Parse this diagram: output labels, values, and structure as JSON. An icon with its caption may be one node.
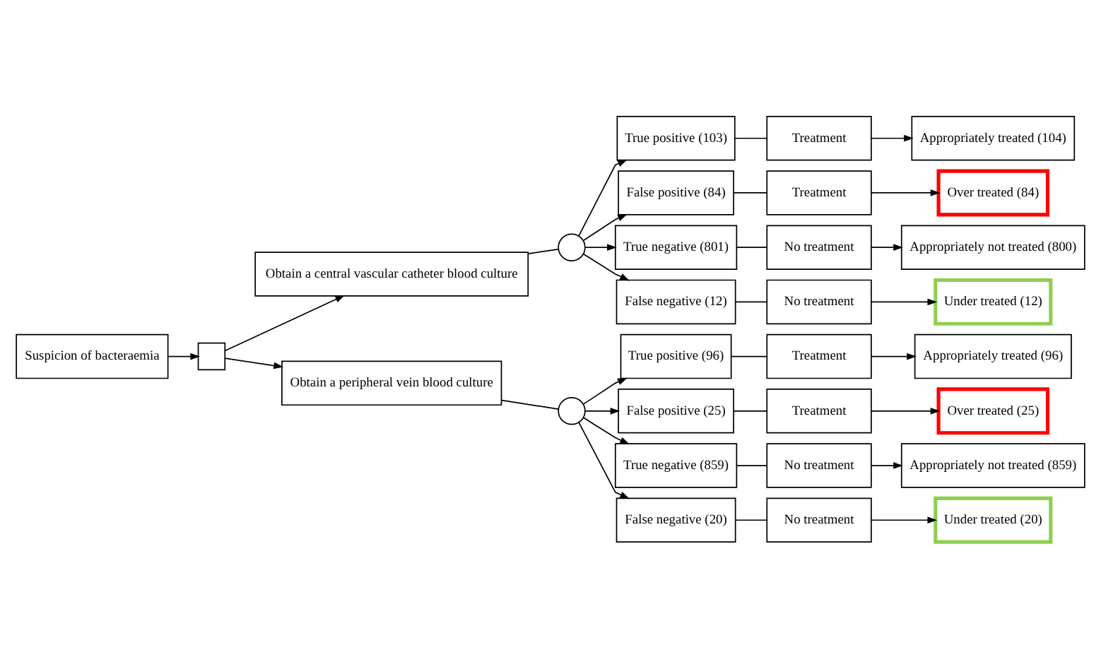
{
  "diagram": {
    "nodes": [
      {
        "text": [
          "Suspicion of bacteraemia"
        ]
      },
      {
        "text": [],
        "shape": "box"
      },
      {
        "text": [
          "Obtain a central vascular catheter blood culture"
        ]
      },
      {
        "text": [],
        "shape": "circle"
      },
      {
        "text": [
          "True positive (103)"
        ]
      },
      {
        "text": [
          "Treatment"
        ]
      },
      {
        "text": [
          "Appropriately treated (104)"
        ]
      },
      {
        "text": [
          "False positive (84)"
        ]
      },
      {
        "text": [
          "Treatment"
        ]
      },
      {
        "text": [
          "Over treated (84)"
        ]
      },
      {
        "text": [
          "True negative (801)"
        ]
      },
      {
        "text": [
          "No treatment"
        ]
      },
      {
        "text": [
          "Appropriately not treated (800)"
        ]
      },
      {
        "text": [
          "False negative (12)"
        ]
      },
      {
        "text": [
          "No treatment"
        ]
      },
      {
        "text": [
          "Under treated (12)"
        ]
      },
      {
        "text": [
          "Obtain a peripheral vein blood culture"
        ]
      },
      {
        "text": [],
        "shape": "circle"
      },
      {
        "text": [
          "True positive (96)"
        ]
      },
      {
        "text": [
          "Treatment"
        ]
      },
      {
        "text": [
          "Appropriately treated (96)"
        ]
      },
      {
        "text": [
          "False positive (25)"
        ]
      },
      {
        "text": [
          "Treatment"
        ]
      },
      {
        "text": [
          "Over treated (25)"
        ]
      },
      {
        "text": [
          "True negative (859)"
        ]
      },
      {
        "text": [
          "No treatment"
        ]
      },
      {
        "text": [
          "Appropriately not treated (859)"
        ]
      },
      {
        "text": [
          "False negative (20)"
        ]
      },
      {
        "text": [
          "No treatment"
        ]
      },
      {
        "text": [
          "Under treated (20)"
        ]
      }
    ],
    "edges": [
      {
        "from": 0,
        "to": 1,
        "arrow": "to"
      },
      {
        "from": 1,
        "to": 2,
        "arrow": "to"
      },
      {
        "from": 1,
        "to": 16,
        "arrow": "to"
      },
      {
        "from": 2,
        "to": 3,
        "arrow": "none"
      },
      {
        "from": 3,
        "to": 4,
        "arrow": "to"
      },
      {
        "from": 3,
        "to": 7,
        "arrow": "to"
      },
      {
        "from": 3,
        "to": 10,
        "arrow": "to"
      },
      {
        "from": 3,
        "to": 13,
        "arrow": "to"
      },
      {
        "from": 4,
        "to": 5,
        "arrow": "none"
      },
      {
        "from": 5,
        "to": 6,
        "arrow": "to"
      },
      {
        "from": 7,
        "to": 8,
        "arrow": "none"
      },
      {
        "from": 8,
        "to": 9,
        "arrow": "to"
      },
      {
        "from": 10,
        "to": 11,
        "arrow": "none"
      },
      {
        "from": 11,
        "to": 12,
        "arrow": "to"
      },
      {
        "from": 13,
        "to": 14,
        "arrow": "none"
      },
      {
        "from": 14,
        "to": 15,
        "arrow": "to"
      },
      {
        "from": 16,
        "to": 17,
        "arrow": "none"
      },
      {
        "from": 17,
        "to": 18,
        "arrow": "to"
      },
      {
        "from": 17,
        "to": 21,
        "arrow": "to"
      },
      {
        "from": 17,
        "to": 24,
        "arrow": "to"
      },
      {
        "from": 17,
        "to": 27,
        "arrow": "to"
      },
      {
        "from": 18,
        "to": 19,
        "arrow": "none"
      },
      {
        "from": 19,
        "to": 20,
        "arrow": "to"
      },
      {
        "from": 21,
        "to": 22,
        "arrow": "none"
      },
      {
        "from": 22,
        "to": 23,
        "arrow": "to"
      },
      {
        "from": 24,
        "to": 25,
        "arrow": "none"
      },
      {
        "from": 25,
        "to": 26,
        "arrow": "to"
      },
      {
        "from": 27,
        "to": 28,
        "arrow": "none"
      },
      {
        "from": 28,
        "to": 29,
        "arrow": "to"
      }
    ]
  }
}
